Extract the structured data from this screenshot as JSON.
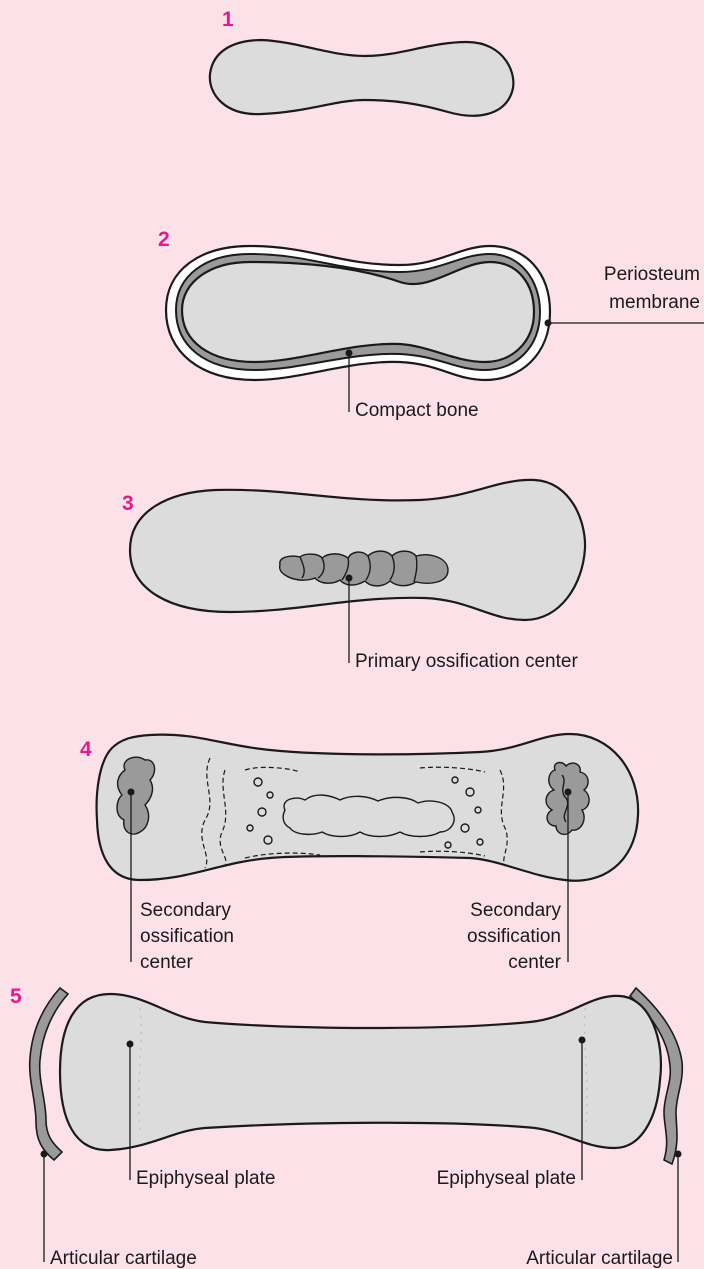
{
  "steps": [
    {
      "number": "1"
    },
    {
      "number": "2",
      "labels": {
        "periosteum_line1": "Periosteum",
        "periosteum_line2": "membrane",
        "compact_bone": "Compact bone"
      }
    },
    {
      "number": "3",
      "labels": {
        "primary_center": "Primary ossification center"
      }
    },
    {
      "number": "4",
      "labels": {
        "left_line1": "Secondary",
        "left_line2": "ossification",
        "left_line3": "center",
        "right_line1": "Secondary",
        "right_line2": "ossification",
        "right_line3": "center"
      }
    },
    {
      "number": "5",
      "labels": {
        "epiphyseal_left": "Epiphyseal plate",
        "epiphyseal_right": "Epiphyseal plate",
        "cartilage_left": "Articular cartilage",
        "cartilage_right": "Articular cartilage"
      }
    }
  ],
  "colors": {
    "background": "#fce1e9",
    "step_number": "#e6198c",
    "bone_fill": "#dcdcdc",
    "spongy_fill": "#9a9a9a",
    "outline": "#1a1a1a"
  }
}
